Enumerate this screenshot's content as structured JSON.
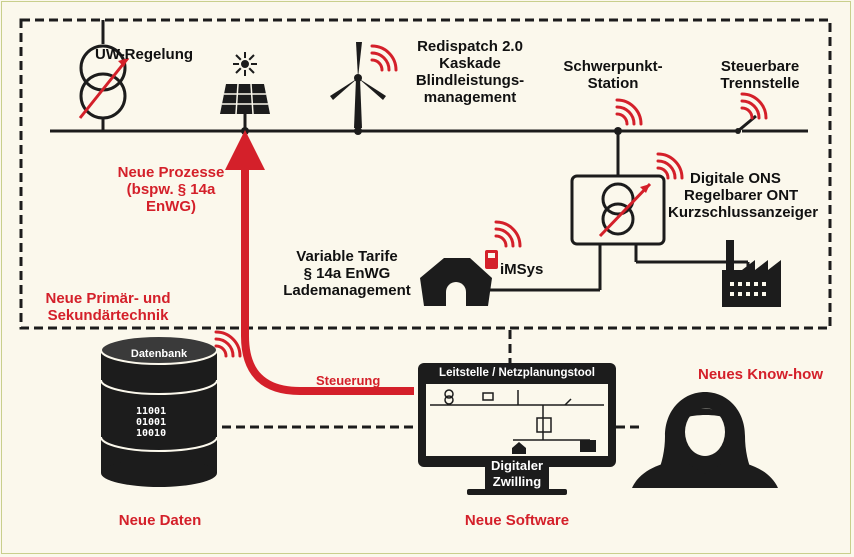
{
  "labels": {
    "uw_regelung": "UW-Regelung",
    "redispatch": [
      "Redispatch 2.0",
      "Kaskade",
      "Blindleistungs-",
      "management"
    ],
    "schwerpunkt": [
      "Schwerpunkt-",
      "Station"
    ],
    "steuerbare": [
      "Steuerbare",
      "Trennstelle"
    ],
    "neue_prozesse": [
      "Neue Prozesse",
      "(bspw. § 14a",
      "EnWG)"
    ],
    "digitale_ons": [
      "Digitale ONS",
      "Regelbarer ONT",
      "Kurzschlussanzeiger"
    ],
    "variable_tarife": [
      "Variable Tarife",
      "§ 14a EnWG",
      "Lademanagement"
    ],
    "imsys": "iMSys",
    "neue_primaer": [
      "Neue Primär- und",
      "Sekundärtechnik"
    ],
    "datenbank": "Datenbank",
    "binary": [
      "11001",
      "01001",
      "10010"
    ],
    "steuerung": "Steuerung",
    "leitstelle": "Leitstelle / Netzplanungstool",
    "digitaler_zwilling": [
      "Digitaler",
      "Zwilling"
    ],
    "neues_knowhow": "Neues Know-how",
    "neue_daten": "Neue Daten",
    "neue_software": "Neue Software"
  },
  "colors": {
    "accent_red": "#d4202a",
    "dark": "#1c1c1c",
    "background": "#fbf8ec"
  }
}
